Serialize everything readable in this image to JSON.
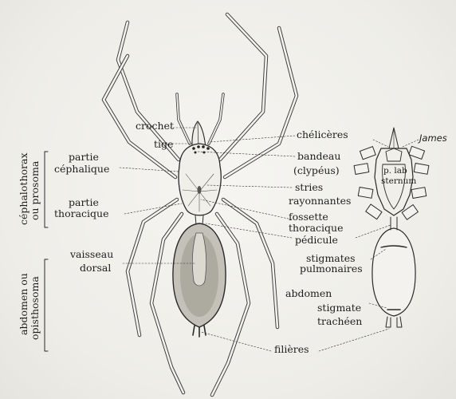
{
  "labels": {
    "crochet": "crochet",
    "tige": "tige",
    "partie_cephalique_1": "partie",
    "partie_cephalique_2": "céphalique",
    "partie_thoracique_1": "partie",
    "partie_thoracique_2": "thoracique",
    "vaisseau_1": "vaisseau",
    "vaisseau_2": "dorsal",
    "chelicerees": "chélicères",
    "james": "James",
    "bandeau": "bandeau",
    "clypeus": "(clypéus)",
    "p_lab": "p. lab",
    "sternum": "sternum",
    "stries": "stries",
    "rayonnantes": "rayonnantes",
    "fossette": "fossette",
    "thoracique_r": "thoracique",
    "pedicule": "pédicule",
    "stigmates": "stigmates",
    "pulmonaires": "pulmonaires",
    "abdomen": "abdomen",
    "stigmate": "stigmate",
    "tracheen": "trachéen",
    "filieres": "filières"
  },
  "side_labels": {
    "cephalothorax": "céphalothorax",
    "ou_prosoma": "ou prosoma",
    "abdomen_ou": "abdomen ou",
    "opisthosoma": "opisthosoma"
  },
  "colors": {
    "ink": "#1e1e1e",
    "paper": "#f1f0ec"
  }
}
